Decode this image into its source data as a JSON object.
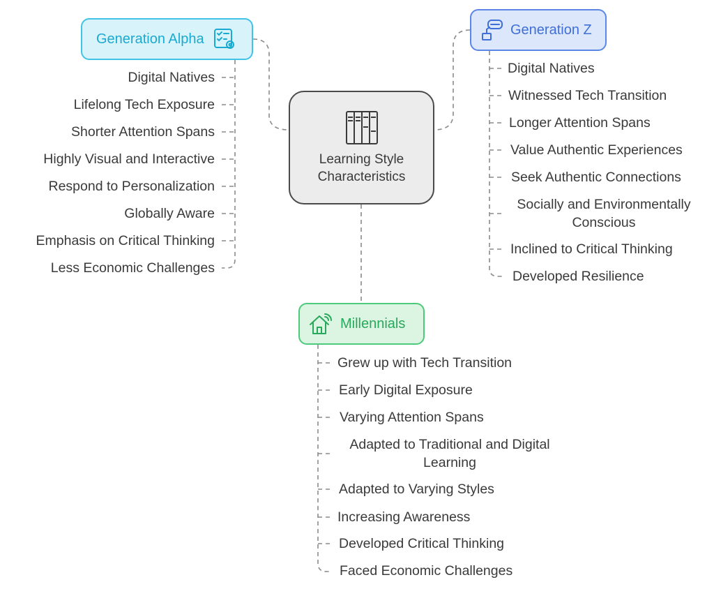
{
  "center": {
    "title": "Learning Style\nCharacteristics",
    "icon": "bookshelf-icon"
  },
  "generation_alpha": {
    "label": "Generation Alpha",
    "icon": "checklist-gear-icon",
    "color": "#3fc3e6",
    "items": [
      "Digital Natives",
      "Lifelong Tech Exposure",
      "Shorter Attention Spans",
      "Highly Visual and Interactive",
      "Respond to Personalization",
      "Globally Aware",
      "Emphasis on Critical Thinking",
      "Less Economic Challenges"
    ]
  },
  "generation_z": {
    "label": "Generation Z",
    "icon": "vr-headset-icon",
    "color": "#5b86e5",
    "items": [
      "Digital Natives",
      "Witnessed Tech Transition",
      "Longer Attention Spans",
      "Value Authentic Experiences",
      "Seek Authentic Connections",
      "Socially and Environmentally\nConscious",
      "Inclined to Critical Thinking",
      "Developed Resilience"
    ]
  },
  "millennials": {
    "label": "Millennials",
    "icon": "smart-home-icon",
    "color": "#4cc97a",
    "items": [
      "Grew up with Tech Transition",
      "Early Digital Exposure",
      "Varying Attention Spans",
      "Adapted to Traditional and Digital\nLearning",
      "Adapted to Varying Styles",
      "Increasing Awareness",
      "Developed Critical Thinking",
      "Faced Economic Challenges"
    ]
  }
}
